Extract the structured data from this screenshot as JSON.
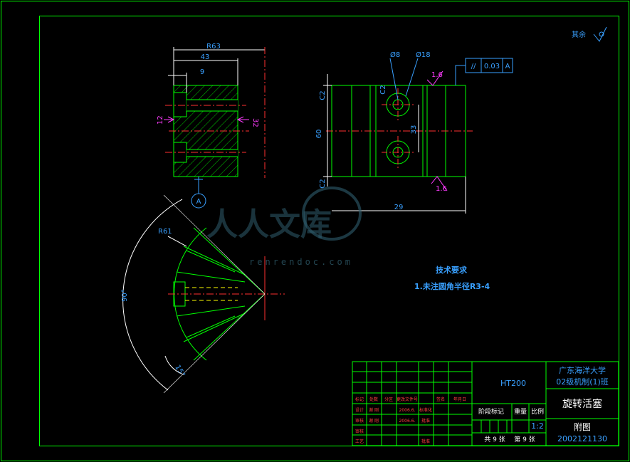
{
  "drawing": {
    "corner_mark": "其余",
    "front_view": {
      "dim_R63": "R63",
      "dim_43": "43",
      "dim_9": "9",
      "dim_12": "12",
      "dim_32": "32",
      "datum": "A"
    },
    "side_view": {
      "dim_phi8": "Ø8",
      "dim_phi18": "Ø18",
      "dim_60": "60",
      "dim_33": "33",
      "dim_29": "29",
      "dim_C2_top": "C2",
      "dim_C2_bottom": "C2",
      "dim_C2_mid": "C2",
      "roughness_top": "1.6",
      "roughness_bottom": "1.6",
      "tolerance_symbol": "//",
      "tolerance_value": "0.03",
      "tolerance_datum": "A"
    },
    "fan_view": {
      "dim_R61": "R61",
      "dim_90deg": "90°",
      "dim_15deg": "15°"
    },
    "tech_requirements": {
      "title": "技术要求",
      "item1": "1.未注圆角半径R3-4"
    },
    "watermark": {
      "cn": "人人文库",
      "url": "renrendoc.com"
    }
  },
  "title_block": {
    "material": "HT200",
    "school_line1": "广东海洋大学",
    "school_line2": "02级机制(1)班",
    "part_name": "旋转活塞",
    "scale_label": "阶段标记",
    "weight_label": "重量",
    "ratio_label": "比例",
    "ratio": "1:2",
    "sheets_total": "共 9 张",
    "sheet_no": "第 9 张",
    "drawing_label": "附图",
    "student_no": "2002121130",
    "rev_cols": [
      "标记",
      "处数",
      "分区",
      "更改文件号",
      "签名",
      "年月日"
    ],
    "design_label": "设计",
    "design_name": "谢 刚",
    "design_date": "2006.6.",
    "std_label": "标准化",
    "check_label": "审核",
    "check_name": "谢 刚",
    "check_date": "2006.6.",
    "proc_label": "工艺",
    "approve_label": "批准",
    "review_label": "审核"
  }
}
